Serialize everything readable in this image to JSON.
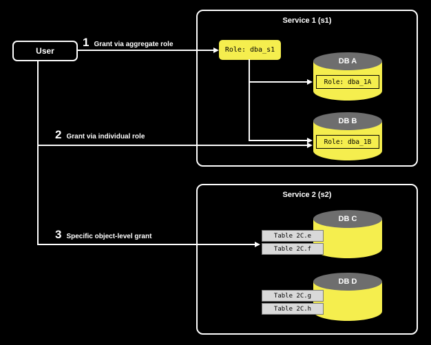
{
  "diagram": {
    "user": {
      "label": "User"
    },
    "arrows": {
      "a1": {
        "num": "1",
        "label": "Grant via aggregate role"
      },
      "a2": {
        "num": "2",
        "label": "Grant via individual role"
      },
      "a3": {
        "num": "3",
        "label": "Specific object-level grant"
      }
    },
    "service1": {
      "title": "Service 1 (s1)",
      "aggregate_role": "Role: dba_s1",
      "databases": [
        {
          "name": "DB A",
          "role": "Role: dba_1A"
        },
        {
          "name": "DB B",
          "role": "Role: dba_1B"
        }
      ]
    },
    "service2": {
      "title": "Service 2 (s2)",
      "databases": [
        {
          "name": "DB C",
          "tables": [
            "Table 2C.e",
            "Table 2C.f"
          ]
        },
        {
          "name": "DB D",
          "tables": [
            "Table 2C.g",
            "Table 2C.h"
          ]
        }
      ]
    },
    "colors": {
      "background": "#000000",
      "yellow": "#F5EE4E",
      "cylinder_top": "#6E6E6E",
      "table_fill": "#D9D9D9",
      "line": "#FFFFFF"
    }
  }
}
